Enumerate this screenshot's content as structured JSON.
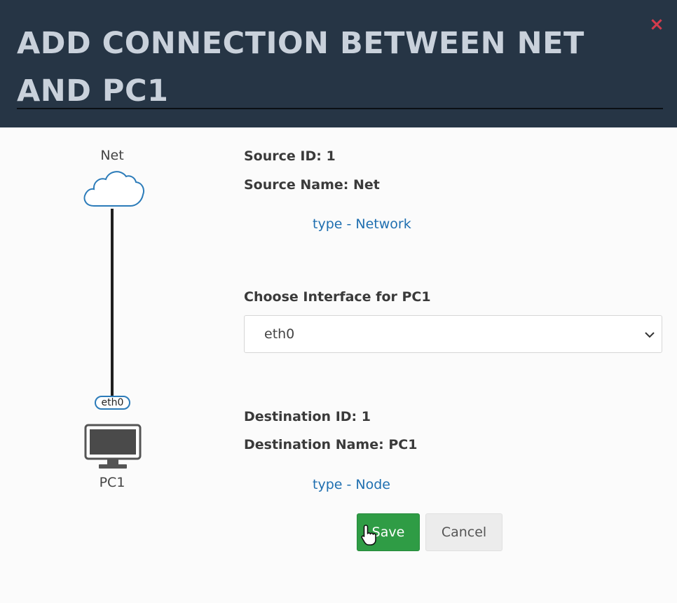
{
  "dialog": {
    "title": "ADD CONNECTION BETWEEN NET AND PC1",
    "close_symbol": "×"
  },
  "diagram": {
    "source_node_label": "Net",
    "source_node_icon": "cloud-icon",
    "destination_node_label": "PC1",
    "destination_node_icon": "monitor-icon",
    "interface_badge": "eth0"
  },
  "source": {
    "id_text": "Source ID: 1",
    "name_text": "Source Name: Net",
    "type_text": "type - Network"
  },
  "interface": {
    "label": "Choose Interface for PC1",
    "selected_value": "eth0"
  },
  "destination": {
    "id_text": "Destination ID: 1",
    "name_text": "Destination Name: PC1",
    "type_text": "type - Node"
  },
  "actions": {
    "save_label": "Save",
    "cancel_label": "Cancel"
  },
  "colors": {
    "header_bg": "#263545",
    "header_text": "#c9d1db",
    "close": "#d43b4c",
    "link": "#1f6fb0",
    "save_bg": "#2f9c45",
    "cancel_bg": "#ececec"
  }
}
